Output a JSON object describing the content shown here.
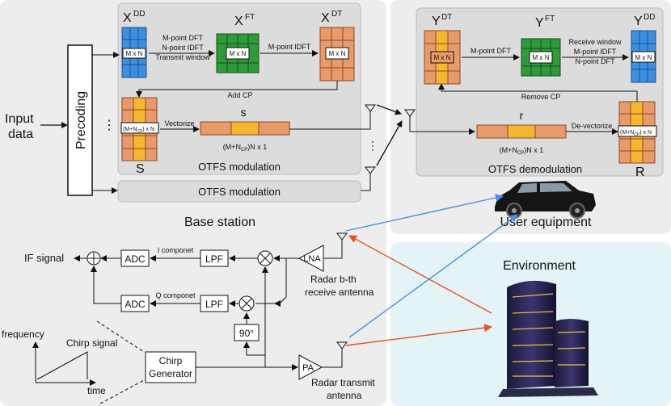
{
  "labels": {
    "input_data_line1": "Input",
    "input_data_line2": "data",
    "precoding": "Precoding",
    "x_dd": "X",
    "x_dd_sup": "DD",
    "x_ft": "X",
    "x_ft_sup": "FT",
    "x_dt": "X",
    "x_dt_sup": "DT",
    "mxn": "M x N",
    "mpoint_dft": "M-point DFT",
    "npoint_idft": "N-point IDFT",
    "transmit_window": "Transmit window",
    "mpoint_idft": "M-point IDFT",
    "add_cp": "Add CP",
    "s_matrix_label_a": "(M+N",
    "s_matrix_label_sub": "CP",
    "s_matrix_label_b": ") x N",
    "vectorize": "Vectorize",
    "s_vec": "s",
    "s_len_a": "(M+N",
    "s_len_sub": "CP",
    "s_len_b": ")N x 1",
    "s_big": "S",
    "otfs_modulation": "OTFS modulation",
    "otfs_modulation_2": "OTFS modulation",
    "base_station": "Base station",
    "y_dt": "Y",
    "y_dt_sup": "DT",
    "y_ft": "Y",
    "y_ft_sup": "FT",
    "y_dd": "Y",
    "y_dd_sup": "DD",
    "rx_mpoint_dft": "M-point DFT",
    "receive_window": "Receive window",
    "rx_mpoint_idft": "M-point IDFT",
    "rx_npoint_dft": "N-point DFT",
    "remove_cp": "Remove CP",
    "r_vec": "r",
    "r_len_a": "(M+N",
    "r_len_sub": "CP",
    "r_len_b": ")N x 1",
    "devectorize": "De-vectorize",
    "r_matrix_label_a": "(M+N",
    "r_matrix_label_sub": "CP",
    "r_matrix_label_b": ") x N",
    "r_big": "R",
    "otfs_demodulation": "OTFS demodulation",
    "user_equipment": "User equipment",
    "environment": "Environment",
    "if_signal": "IF signal",
    "adc_i": "ADC",
    "adc_q": "ADC",
    "lpf_i": "LPF",
    "lpf_q": "LPF",
    "i_component": "I componet",
    "q_component": "Q componet",
    "lna": "LNA",
    "pa": "PA",
    "phase_90": "90°",
    "radar_rx_line1": "Radar b-th",
    "radar_rx_line2": "receive antenna",
    "radar_tx_line1": "Radar transmit",
    "radar_tx_line2": "antenna",
    "chirp_gen_line1": "Chirp",
    "chirp_gen_line2": "Generator",
    "frequency": "frequency",
    "chirp_signal": "Chirp signal",
    "time": "time",
    "dots": "⋮"
  },
  "colors": {
    "blue_matrix": "#3d8fe0",
    "green_matrix": "#2e9a3a",
    "orange_matrix": "#e89a6b",
    "yellow_stripe": "#f5b731",
    "panel_gray": "#ececec",
    "env_panel": "#e6f4f7",
    "red_arrow": "#e8502a",
    "blue_arrow": "#4a8fe0"
  }
}
